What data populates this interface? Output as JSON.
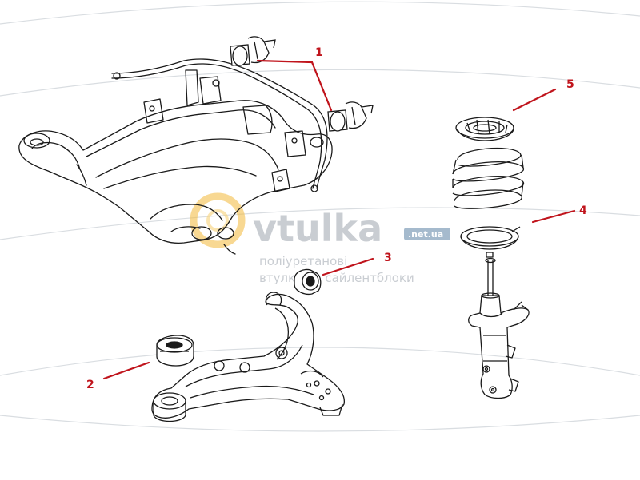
{
  "colors": {
    "callout": "#c0141c",
    "drawing": "#1a1a1a",
    "watermark_text": "#c9cdd2",
    "watermark_tld_bg": "#7f9ab2",
    "watermark_logo": "#f2b838"
  },
  "watermark": {
    "brand": "vtulka",
    "tld": ".net.ua",
    "tagline_line1": "поліуретанові",
    "tagline_line2": "втулки та сайлентблоки"
  },
  "callouts": [
    {
      "label": "1",
      "part": "stabilizer-bushing"
    },
    {
      "label": "2",
      "part": "lower-arm-rear-bushing"
    },
    {
      "label": "3",
      "part": "lower-arm-front-bushing"
    },
    {
      "label": "4",
      "part": "lower-spring-seat"
    },
    {
      "label": "5",
      "part": "upper-spring-seat"
    }
  ]
}
